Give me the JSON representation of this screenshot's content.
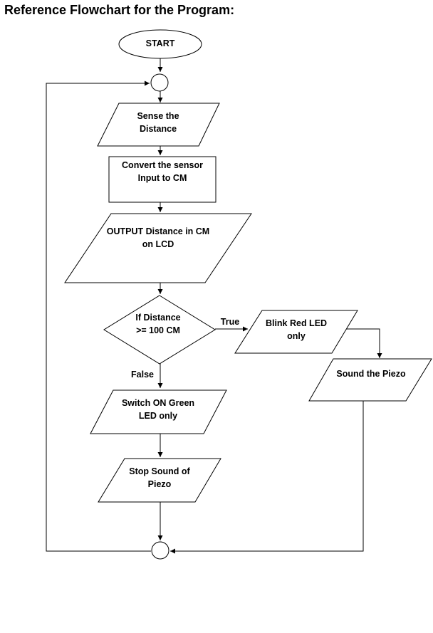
{
  "title": "Reference Flowchart for the Program:",
  "nodes": {
    "start": {
      "lines": [
        "START"
      ]
    },
    "connector_top": {
      "lines": []
    },
    "sense": {
      "lines": [
        "Sense the",
        "Distance"
      ]
    },
    "convert": {
      "lines": [
        "Convert the sensor",
        "Input to CM"
      ]
    },
    "output": {
      "lines": [
        "OUTPUT Distance in CM",
        "on LCD"
      ]
    },
    "decision": {
      "lines": [
        "If Distance",
        ">= 100 CM"
      ]
    },
    "blink": {
      "lines": [
        "Blink Red LED",
        "only"
      ]
    },
    "piezo": {
      "lines": [
        "Sound the Piezo"
      ]
    },
    "green": {
      "lines": [
        "Switch ON Green",
        "LED only"
      ]
    },
    "stop": {
      "lines": [
        "Stop Sound of",
        "Piezo"
      ]
    },
    "connector_bottom": {
      "lines": []
    }
  },
  "edge_labels": {
    "true_label": "True",
    "false_label": "False"
  }
}
